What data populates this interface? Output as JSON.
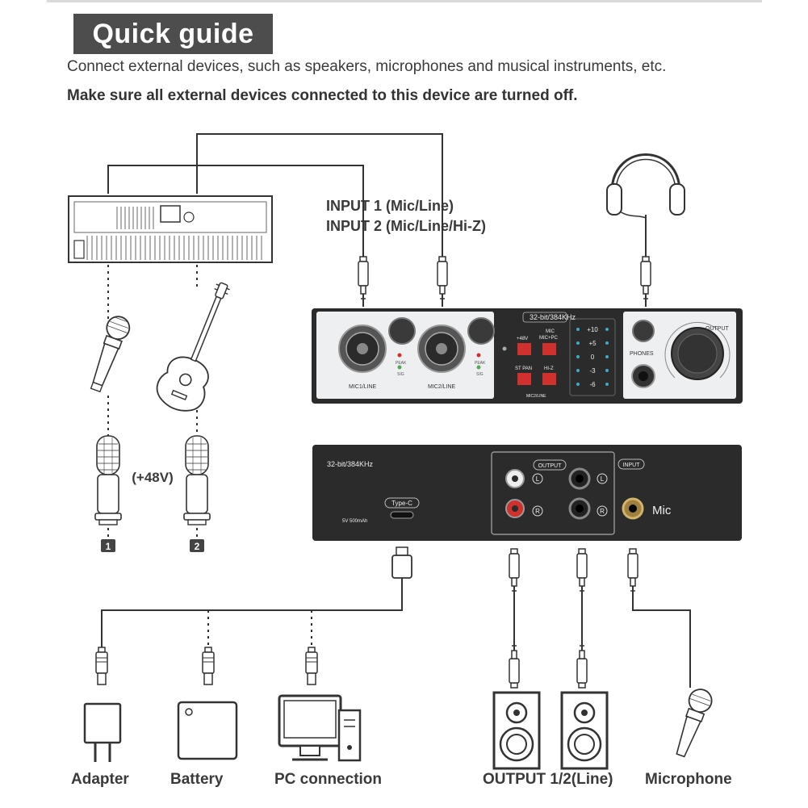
{
  "header": {
    "title": "Quick guide",
    "subtitle": "Connect external devices, such as speakers, microphones and musical instruments, etc.",
    "warning": "Make sure all external devices connected to this device are turned off."
  },
  "inputs": {
    "input1": "INPUT 1 (Mic/Line)",
    "input2": "INPUT 2 (Mic/Line/Hi-Z)"
  },
  "phantom_label": "(+48V)",
  "mic_numbers": [
    "1",
    "2"
  ],
  "front_panel": {
    "badge": "32-bit/384KHz",
    "mic1_label": "MIC1/LINE",
    "mic2_label": "MIC2/LINE",
    "peak": "PEAK",
    "sig": "SIG",
    "btn_48v": "+48V",
    "btn_mic": "MIC",
    "btn_micpc": "MIC+PC",
    "btn_stpan": "ST PAN",
    "btn_hiz": "HI-Z",
    "mic2line_small": "MIC2/LINE",
    "meter": [
      "+10",
      "+5",
      "0",
      "-3",
      "-6"
    ],
    "phones": "PHONES",
    "output": "OUTPUT"
  },
  "rear_panel": {
    "badge": "32-bit/384KHz",
    "type_c": "Type-C",
    "power": "5V 500mAh",
    "output_label": "OUTPUT",
    "input_label": "INPUT",
    "L": "L",
    "R": "R",
    "mic": "Mic"
  },
  "bottom_labels": {
    "adapter": "Adapter",
    "battery": "Battery",
    "pc": "PC connection",
    "output": "OUTPUT 1/2(Line)",
    "microphone": "Microphone"
  },
  "colors": {
    "title_bg": "#4d4d4d",
    "device_body": "#2b2b2b",
    "panel_light": "#eeeff1",
    "button_red": "#d0312d"
  },
  "icons": [
    "keyboard-icon",
    "microphone-icon",
    "guitar-icon",
    "condenser-mic-icon",
    "headphones-icon",
    "adapter-icon",
    "battery-icon",
    "pc-icon",
    "speaker-icon",
    "jack-plug-icon",
    "usb-plug-icon"
  ]
}
